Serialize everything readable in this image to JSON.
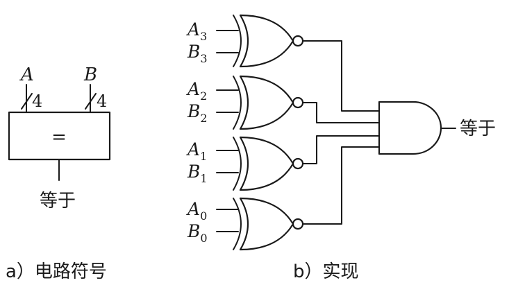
{
  "symbol": {
    "input_a": "A",
    "input_b": "B",
    "width_a": "4",
    "width_b": "4",
    "operator": "=",
    "output": "等于"
  },
  "implementation": {
    "inputs": [
      {
        "a": "A",
        "a_sub": "3",
        "b": "B",
        "b_sub": "3"
      },
      {
        "a": "A",
        "a_sub": "2",
        "b": "B",
        "b_sub": "2"
      },
      {
        "a": "A",
        "a_sub": "1",
        "b": "B",
        "b_sub": "1"
      },
      {
        "a": "A",
        "a_sub": "0",
        "b": "B",
        "b_sub": "0"
      }
    ],
    "output": "等于"
  },
  "captions": {
    "a": "a）电路符号",
    "b": "b）实现"
  }
}
